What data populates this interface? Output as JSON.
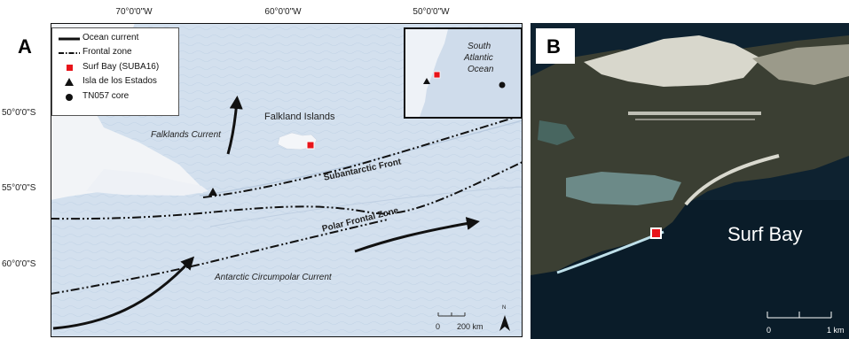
{
  "panel_a": {
    "letter": "A",
    "top_ticks": [
      "70°0'0\"W",
      "60°0'0\"W",
      "50°0'0\"W"
    ],
    "left_ticks": [
      "50°0'0\"S",
      "55°0'0\"S",
      "60°0'0\"S"
    ],
    "labels": {
      "falkland_islands": "Falkland Islands",
      "falklands_current": "Falklands Current",
      "subantarctic_front": "Subantarctic Front",
      "polar_frontal_zone": "Polar Frontal Zone",
      "acc": "Antarctic Circumpolar Current"
    },
    "legend": [
      {
        "symbol": "ocean-current",
        "label": "Ocean current"
      },
      {
        "symbol": "frontal-zone",
        "label": "Frontal zone"
      },
      {
        "symbol": "red-square",
        "label": "Surf Bay (SUBA16)"
      },
      {
        "symbol": "triangle",
        "label": "Isla de los Estados"
      },
      {
        "symbol": "circle",
        "label": "TN057 core"
      }
    ],
    "inset": {
      "line1": "South",
      "line2": "Atlantic",
      "line3": "Ocean"
    },
    "scale": {
      "zero": "0",
      "max": "200 km"
    },
    "north": "N"
  },
  "panel_b": {
    "letter": "B",
    "place_label": "Surf Bay",
    "scale": {
      "zero": "0",
      "max": "1 km"
    }
  },
  "colors": {
    "ocean": "#d3e0ee",
    "land": "#f2f4f7",
    "marker": "#e8141a",
    "satellite_sea": "#0e2230"
  }
}
